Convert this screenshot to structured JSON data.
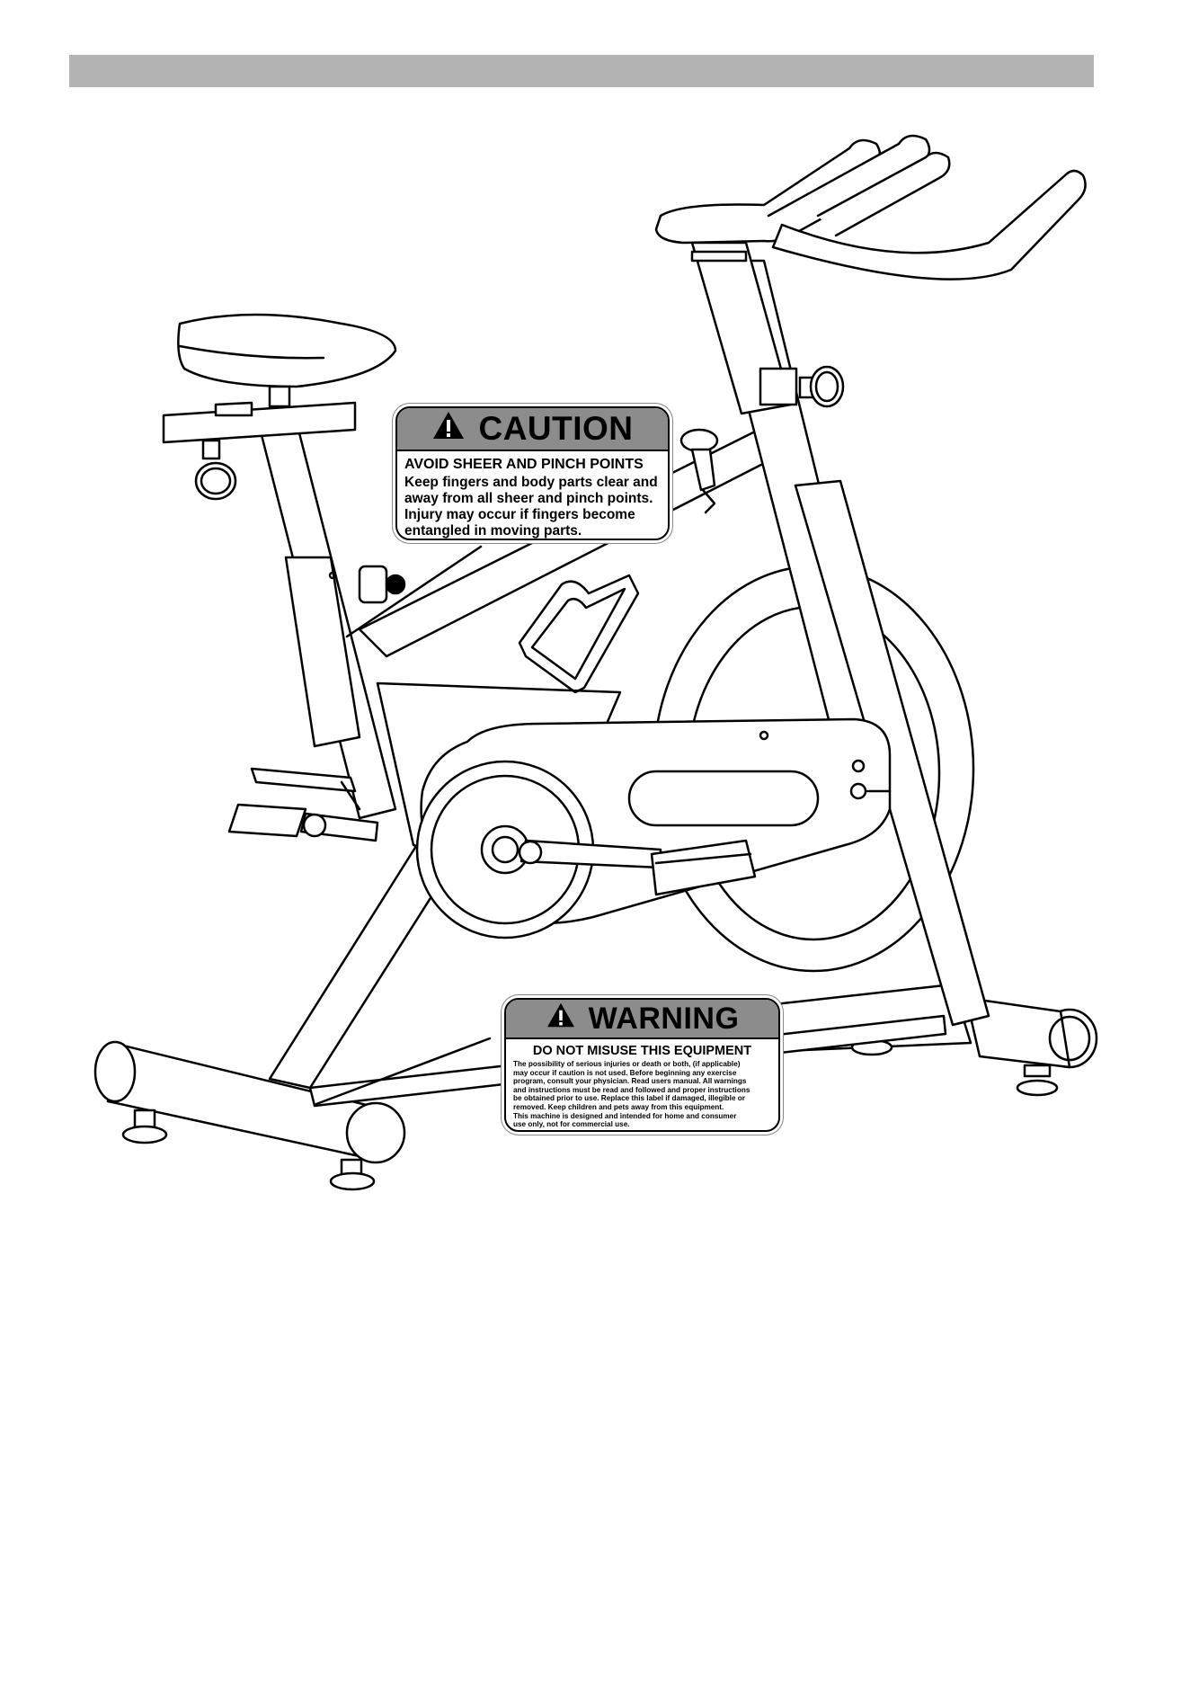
{
  "caution_label": {
    "heading": "CAUTION",
    "subheading": "AVOID SHEER AND PINCH POINTS",
    "lines": [
      "Keep fingers and body parts clear and",
      "away from all sheer and pinch points.",
      "Injury may occur if fingers become",
      "entangled in moving parts."
    ]
  },
  "warning_label": {
    "heading": "WARNING",
    "subheading": "DO NOT MISUSE THIS EQUIPMENT",
    "lines": [
      "The possibility of serious injuries or death or both, (if applicable)",
      "may occur if caution is not used. Before beginning any exercise",
      "program, consult your physician. Read users manual. All warnings",
      "and instructions must be read and followed and proper instructions",
      "be obtained prior to use. Replace this label if damaged, illegible or",
      "removed. Keep children and pets away from this equipment.",
      "This machine is designed and intended for home and consumer",
      "use only, not for commercial use."
    ]
  },
  "colors": {
    "header_bar": "#b3b3b3",
    "label_heading": "#8c8c8c",
    "line_art": "#000000"
  }
}
